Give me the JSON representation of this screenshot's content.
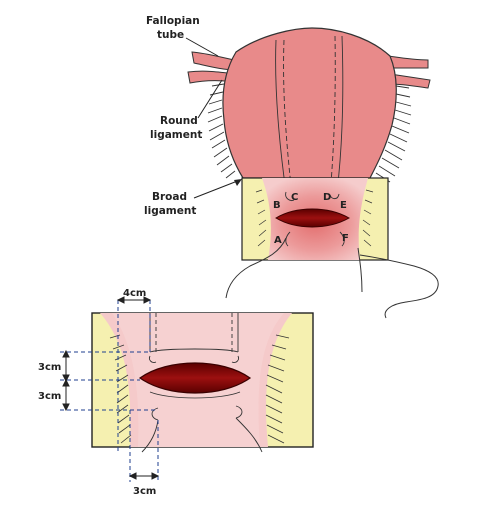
{
  "labels": {
    "fallopian_tube_l1": "Fallopian",
    "fallopian_tube_l2": "tube",
    "round_ligament_l1": "Round",
    "round_ligament_l2": "ligament",
    "broad_ligament_l1": "Broad",
    "broad_ligament_l2": "ligament"
  },
  "points": {
    "a": "A",
    "b": "B",
    "c": "C",
    "d": "D",
    "e": "E",
    "f": "F"
  },
  "dimensions": {
    "top_width": "4cm",
    "vertical_upper": "3cm",
    "vertical_lower": "3cm",
    "bottom_width": "3cm"
  },
  "colors": {
    "uterus": "#e88a8a",
    "uterus_outline": "#333333",
    "panel_bg": "#f2c4c4",
    "ligament_yellow": "#f5f0b0",
    "incision": "#8b0d0d",
    "guide": "#1f3f8f"
  }
}
